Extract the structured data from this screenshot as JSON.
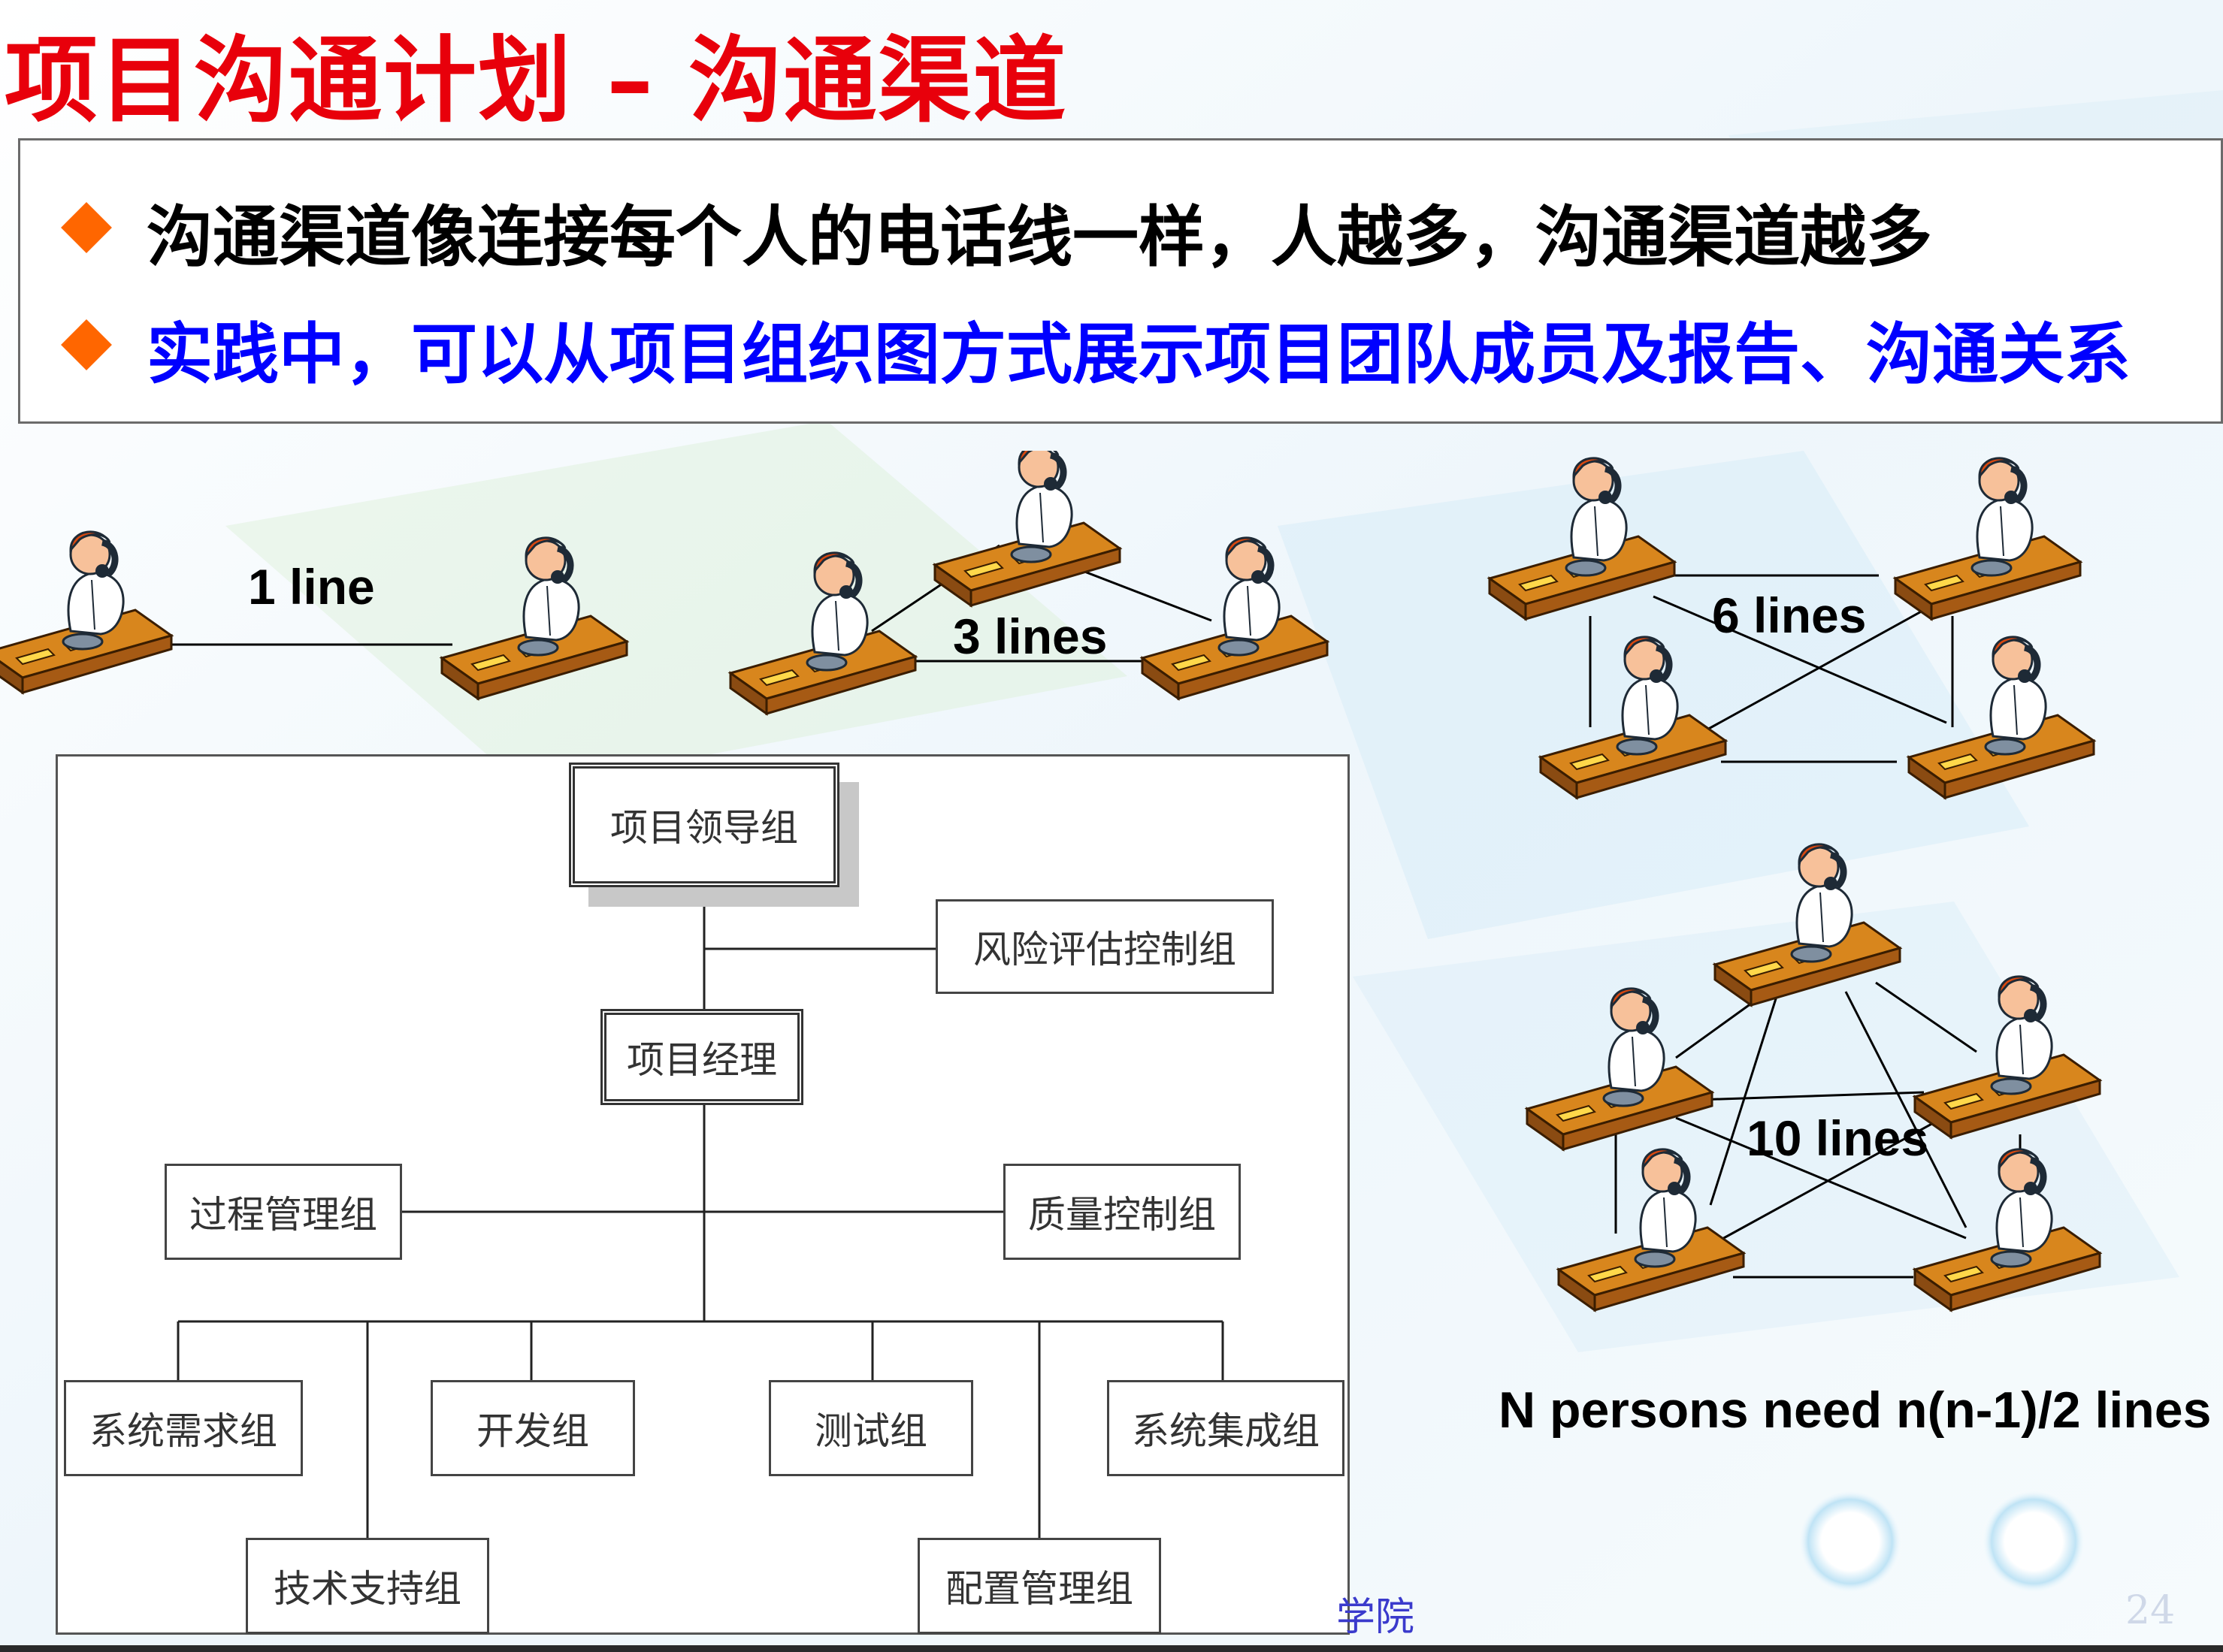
{
  "title": "项目沟通计划 – 沟通渠道",
  "bullets": [
    "沟通渠道像连接每个人的电话线一样，人越多，沟通渠道越多",
    "实践中，可以从项目组织图方式展示项目团队成员及报告、沟通关系"
  ],
  "colors": {
    "title": "#e8000b",
    "bullet_marker": "#ff6600",
    "bullet_1": "#000000",
    "bullet_2": "#0000ff"
  },
  "networks": {
    "n2_label": "1 line",
    "n3_label": "3 lines",
    "n4_label": "6 lines",
    "n5_label": "10 lines",
    "formula": "N persons need n(n-1)/2 lines"
  },
  "org_chart": {
    "leader": "项目领导组",
    "risk": "风险评估控制组",
    "manager": "项目经理",
    "process": "过程管理组",
    "quality": "质量控制组",
    "requirements": "系统需求组",
    "development": "开发组",
    "testing": "测试组",
    "integration": "系统集成组",
    "support": "技术支持组",
    "config": "配置管理组"
  },
  "footer_text": "学院",
  "page_number": "24"
}
